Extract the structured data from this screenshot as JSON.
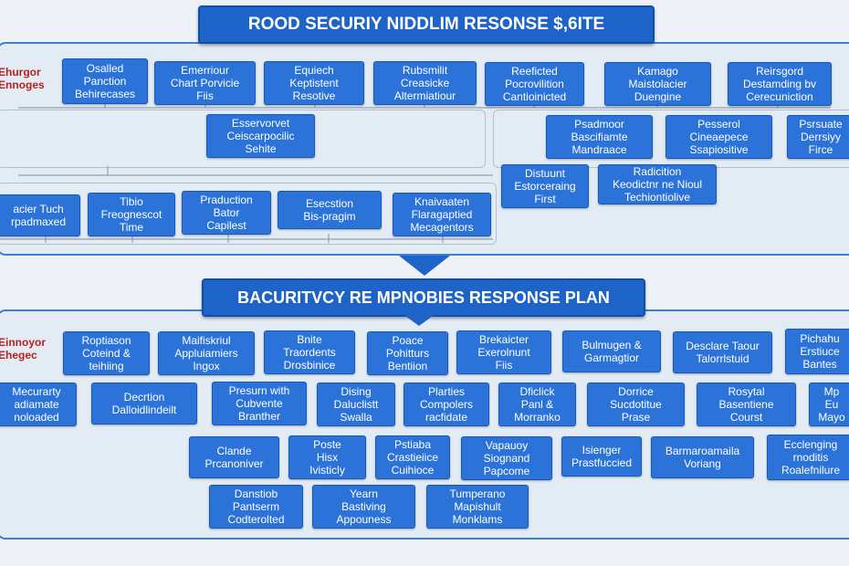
{
  "top": {
    "title": "ROOD SECURIY NIDDLIM RESONSE $,6ITE",
    "side_label": "Ehurgor\nEnnoges",
    "row1": [
      "Osalled\nPanction\nBehirecases",
      "Emerriour\nChart Porvicie\nFiis",
      "Equiech\nKeptistent\nResotive",
      "Rubsmilit\nCreasicke\nAltermiatiour",
      "Reeficted\nPocrovilition\nCantioinicted",
      "Kamago\nMaistolacier\nDuengine",
      "Reirsgord\nDestamding bv\nCerecuniction"
    ],
    "center_card": "Esservorvet\nCeiscarpocilic\nSehite",
    "right_row2": [
      "Psadmoor\nBascifiamte\nMandraace",
      "Pesserol\nCineaepece\nSsapiositive",
      "Psrsuate\nDerrsiyy\nFirce"
    ],
    "right_row3": [
      "Distuunt\nEstorceraing\nFirst",
      "Radicition\nKeodictnr ne Nioul\nTechiontiolive"
    ],
    "row3": [
      "acier Tuch\nrpadmaxed",
      "Tibio\nFreognescot\nTime",
      "Praduction\nBator\nCapilest",
      "Esecstion\nBis-pragim",
      "Knaivaaten\nFlaragaptied\nMecagentors"
    ]
  },
  "bottom": {
    "title": "BACURITVCY RE MPNOBIES RESPONSE PLAN",
    "side_label": "Einnoyor\nEhegec",
    "row1": [
      "Roptiason\nCoteind &\nteihiing",
      "Maifiskriul\nAppluiamiers\nIngox",
      "Bnite\nTraordents\nDrosbinice",
      "Poace\nPohitturs\nBentiion",
      "Brekaicter\nExerolnunt\nFiis",
      "Bulmugen &\nGarmagtior",
      "Desclare Taour\nTalorrlstuid",
      "Pichahu\nErstiuce\nBantes"
    ],
    "row2": [
      "Mecurarty\nadiamate\nnoloaded",
      "Decrtion\nDalloidlindeilt",
      "Presurn with\nCubvente\nBranther",
      "Dising\nDaluclistt\nSwalla",
      "Plarties\nCompolers\nracfidate",
      "Dficlick\nPanl &\nMorranko",
      "Dorrice\nSucdotitue\nPrase",
      "Rosytal\nBasentiene\nCourst",
      "Mp\nEu\nMayo"
    ],
    "row3": [
      "Clande\nPrcanoniver",
      "Poste\nHisx\nIvisticly",
      "Pstiaba\nCrastieiice\nCuihioce",
      "Vapauoy\nSiognand\nPapcome",
      "Isienger\nPrastfuccied",
      "Barmaroamaila\nVoriang",
      "Ecclenging\nrnoditis\nRoalefnilure"
    ],
    "row4": [
      "Danstiob\nPantserm\nCodterolted",
      "Yearn\nBastiving\nAppouness",
      "Tumperano\nMapishult\nMonklams"
    ]
  },
  "colors": {
    "card": "#2b73d8",
    "banner": "#1e64c8",
    "panel_border": "#3f7fd0",
    "label_red": "#b82020"
  }
}
